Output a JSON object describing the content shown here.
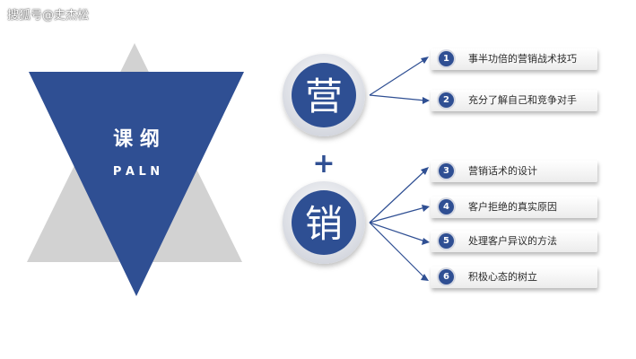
{
  "watermark": "搜狐号@史杰松",
  "title": {
    "main": "课 纲",
    "sub": "P A L N"
  },
  "chars": {
    "top": "营",
    "plus": "+",
    "bottom": "销"
  },
  "items": [
    {
      "num": "1",
      "label": "事半功倍的营销战术技巧"
    },
    {
      "num": "2",
      "label": "充分了解自己和竞争对手"
    },
    {
      "num": "3",
      "label": "营销话术的设计"
    },
    {
      "num": "4",
      "label": "客户拒绝的真实原因"
    },
    {
      "num": "5",
      "label": "处理客户异议的方法"
    },
    {
      "num": "6",
      "label": "积极心态的树立"
    }
  ],
  "colors": {
    "primary": "#2f4f93",
    "gray": "#d2d2d2",
    "ring": "#dcdee4"
  }
}
